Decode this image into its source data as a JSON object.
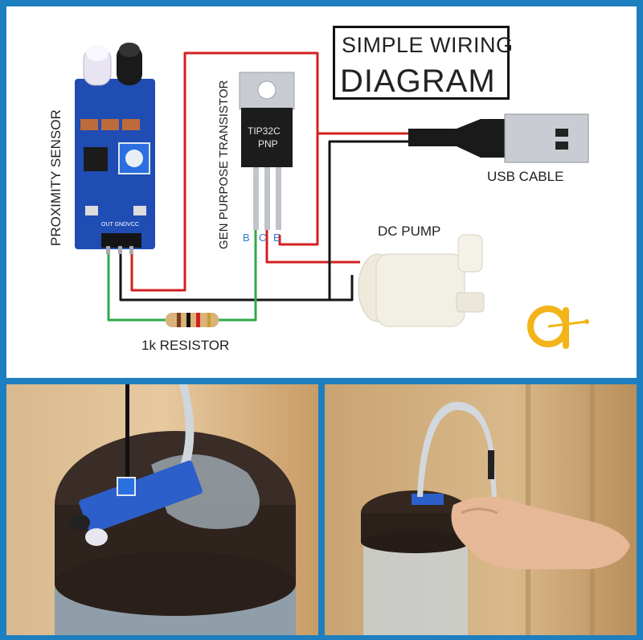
{
  "title": {
    "line1": "SIMPLE WIRING",
    "line2": "DIAGRAM"
  },
  "labels": {
    "proximity_sensor": "PROXIMITY SENSOR",
    "transistor": "GEN PURPOSE TRANSISTOR",
    "transistor_model": "TIP32C",
    "transistor_type": "PNP",
    "pin_b": "B",
    "pin_c": "C",
    "pin_e": "E",
    "pins_sensor": "OUT GNDVCC",
    "usb_cable": "USB CABLE",
    "dc_pump": "DC PUMP",
    "resistor": "1k RESISTOR"
  },
  "colors": {
    "frame": "#1d7fc0",
    "wire_red": "#d32020",
    "wire_black": "#141414",
    "wire_green": "#2fa84a",
    "logo": "#f2b418"
  },
  "icons": {
    "logo": "circle-a-logo"
  }
}
